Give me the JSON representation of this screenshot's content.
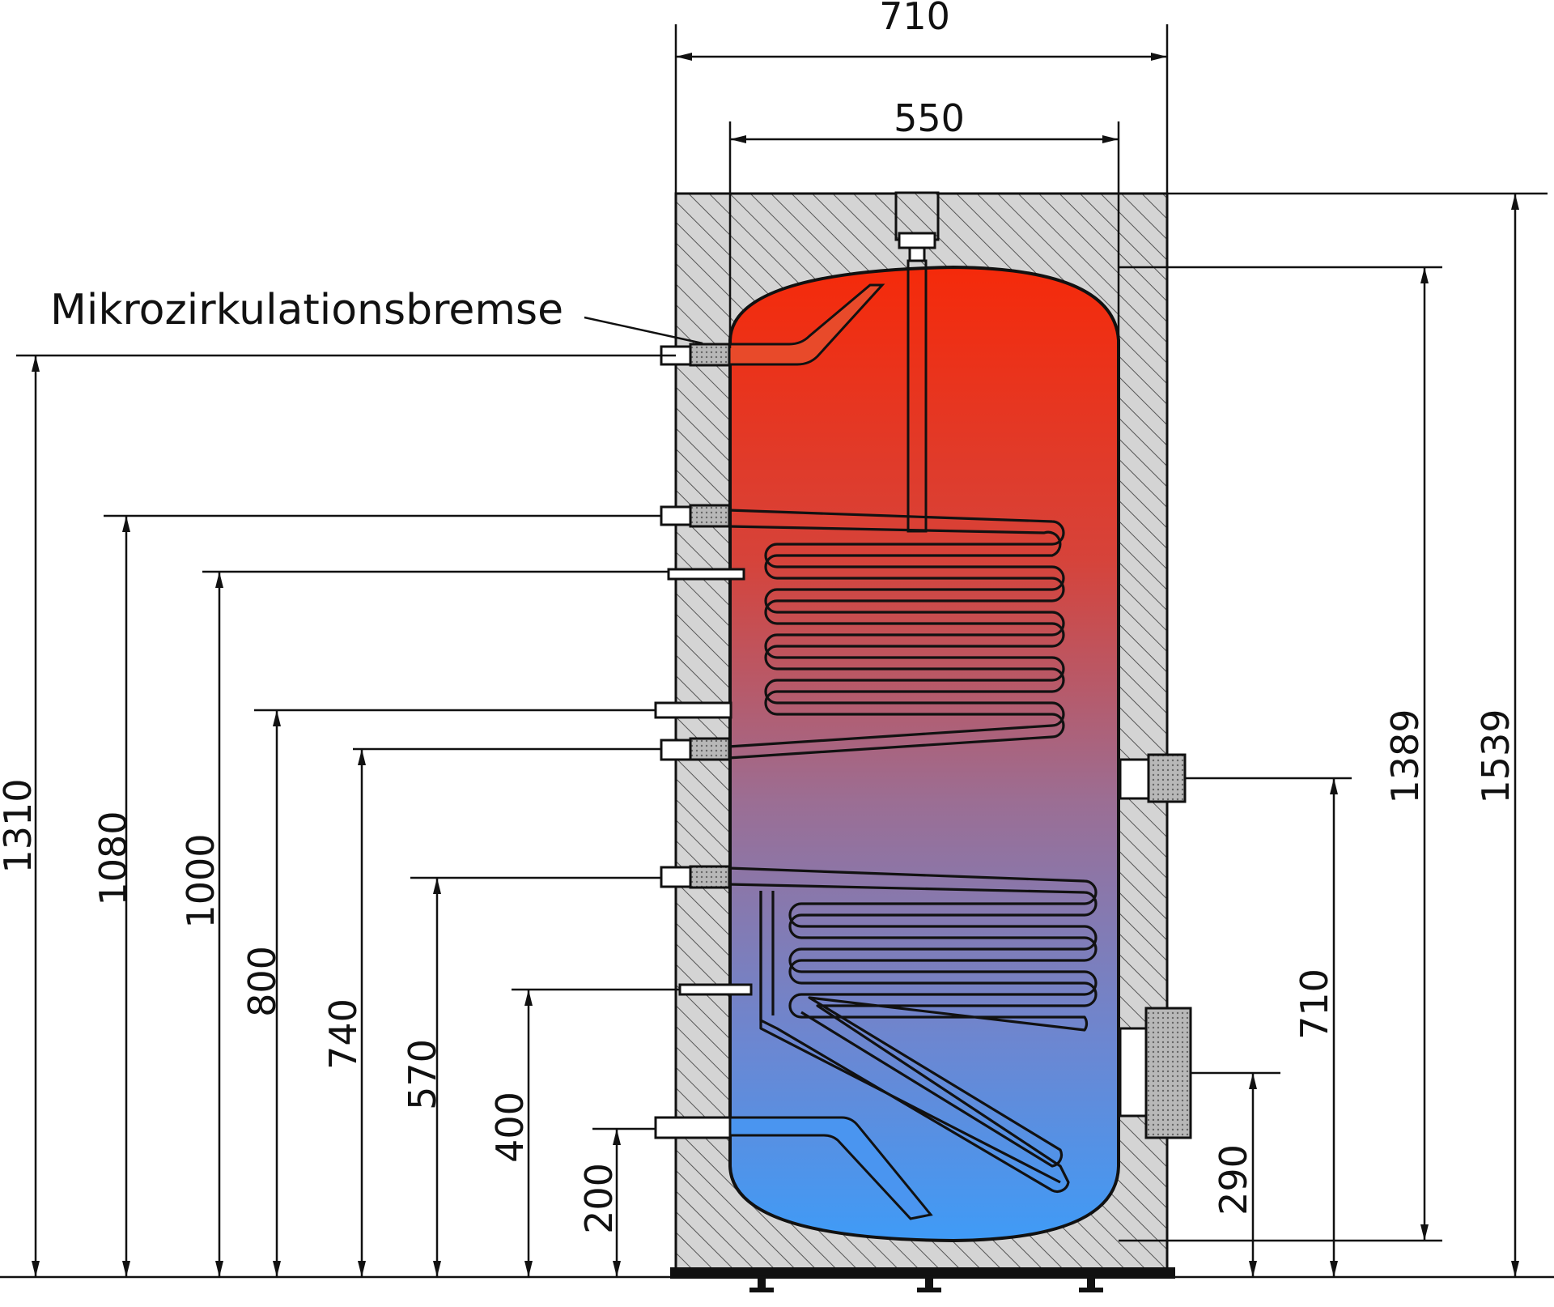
{
  "label": {
    "text": "Mikrozirkulationsbremse"
  },
  "dimensions": {
    "width_outer": "710",
    "width_inner": "550",
    "height_total": "1539",
    "height_tank": "1389",
    "h_1310": "1310",
    "h_1080": "1080",
    "h_1000": "1000",
    "h_800": "800",
    "h_740": "740",
    "h_570": "570",
    "h_400": "400",
    "h_200": "200",
    "h_710_right": "710",
    "h_290": "290"
  },
  "colors": {
    "hot": "#f52a0a",
    "mid": "#9b6e94",
    "cold": "#3f9bf7",
    "insulation": "#d4d4d4",
    "outline": "#111111"
  }
}
